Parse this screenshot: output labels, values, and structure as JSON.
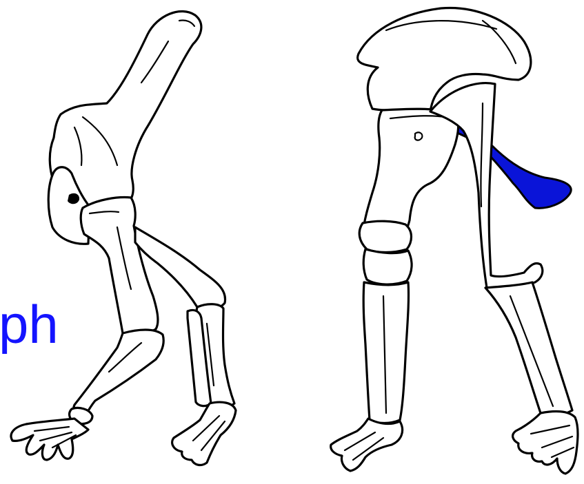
{
  "label": {
    "text": "ph",
    "color": "#1414ff"
  },
  "highlight_color": "#0a14d8",
  "figures": [
    {
      "name": "left-limb-skeleton"
    },
    {
      "name": "right-limb-skeleton"
    }
  ]
}
